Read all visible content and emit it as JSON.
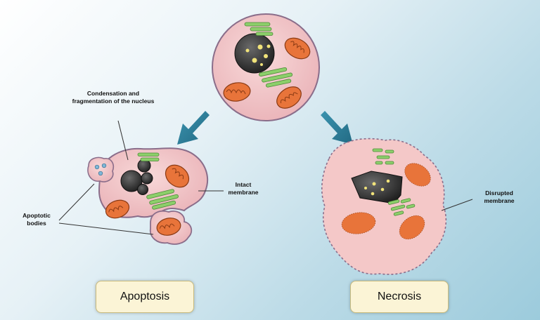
{
  "labels": {
    "nucleus_condensation": "Condensation and fragmentation of the nucleus",
    "intact_membrane": "Intact membrane",
    "apoptotic_bodies": "Apoptotic bodies",
    "disrupted_membrane": "Disrupted membrane"
  },
  "titles": {
    "apoptosis": "Apoptosis",
    "necrosis": "Necrosis"
  },
  "colors": {
    "cell_fill": "#f4c8c8",
    "cell_stroke": "#8a6d8a",
    "mitochondria": "#e8743a",
    "golgi": "#8ccf6a",
    "nucleus": "#333333",
    "arrow": "#2f7f9a",
    "title_box": "#fbf4d6"
  }
}
